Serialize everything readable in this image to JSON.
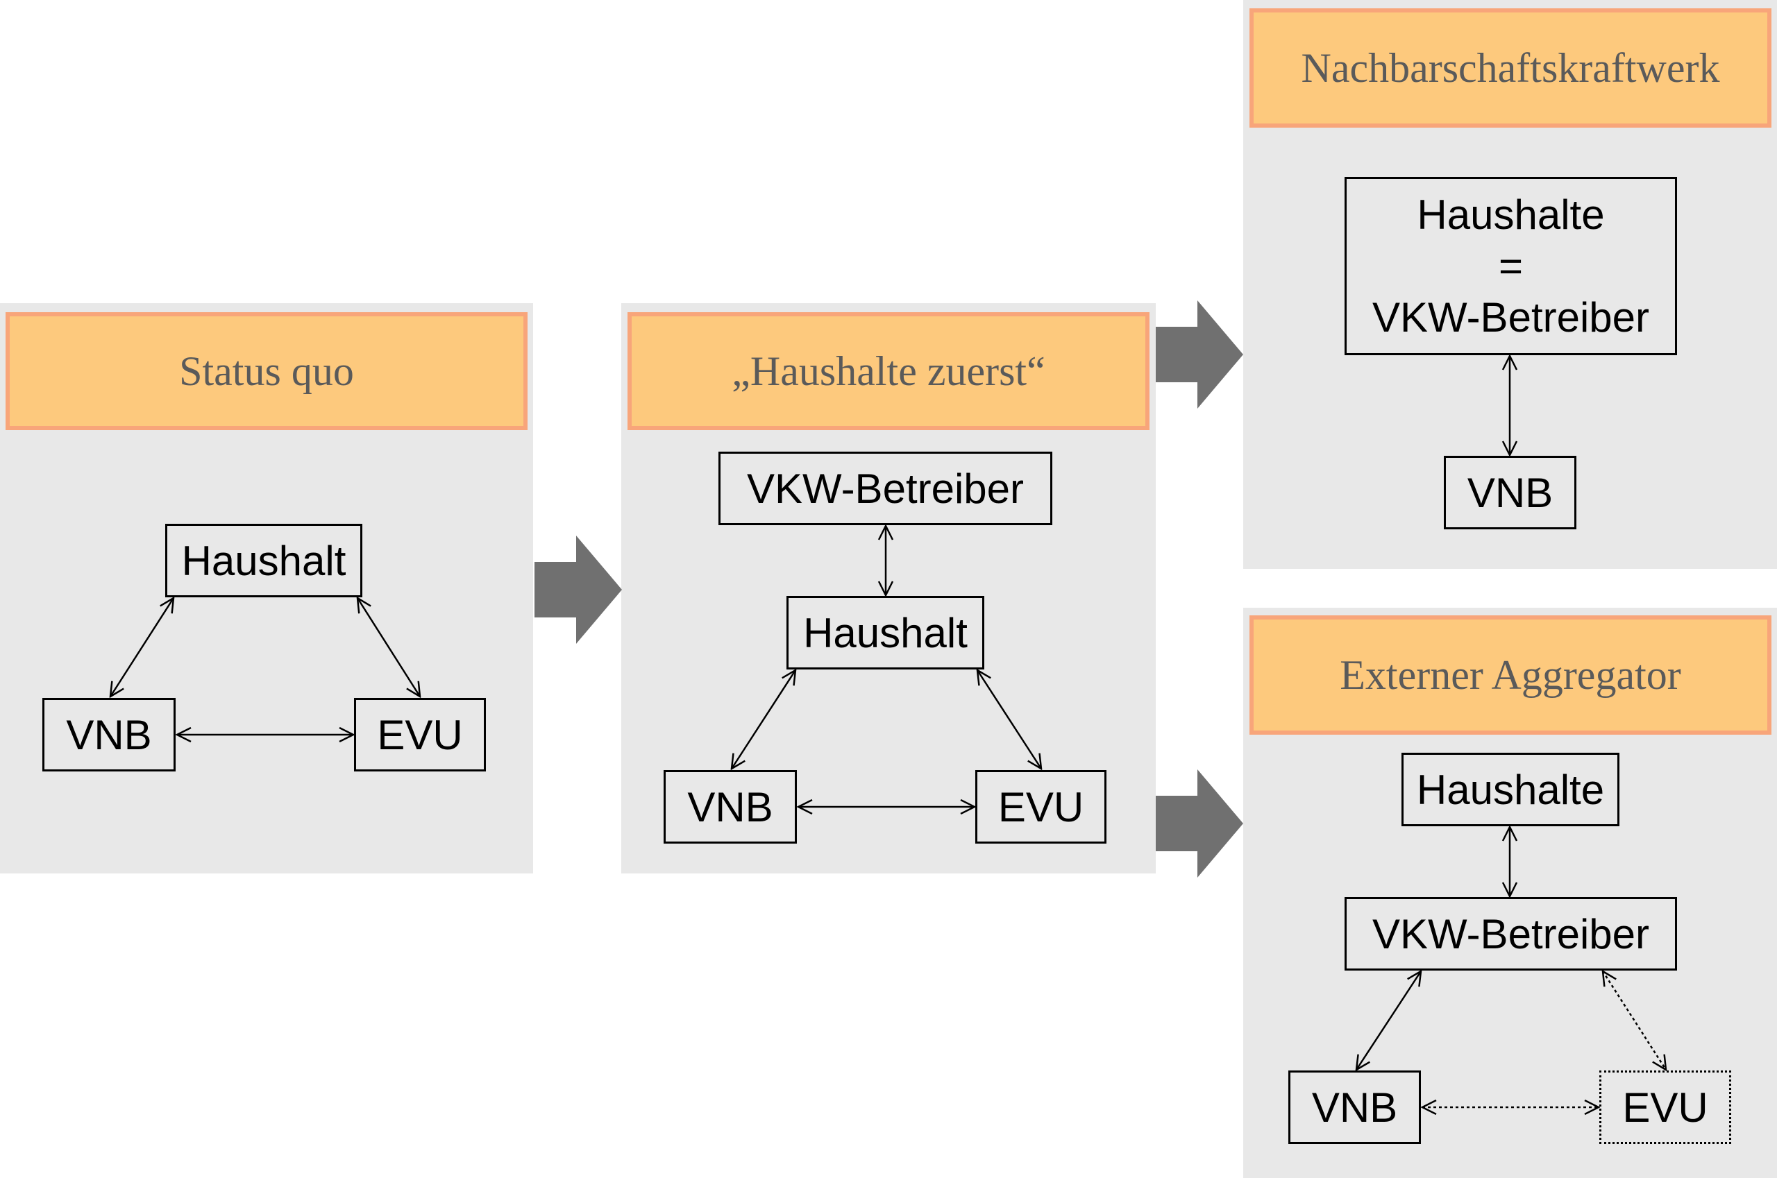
{
  "panels": {
    "status_quo": {
      "title": "Status quo",
      "nodes": {
        "haushalt": "Haushalt",
        "vnb": "VNB",
        "evu": "EVU"
      }
    },
    "haushalte_zuerst": {
      "title": "„Haushalte zuerst“",
      "nodes": {
        "vkw": "VKW-Betreiber",
        "haushalt": "Haushalt",
        "vnb": "VNB",
        "evu": "EVU"
      }
    },
    "nachbarschaftskraftwerk": {
      "title": "Nachbarschaftskraftwerk",
      "nodes": {
        "haushalte": "Haushalte",
        "equals": "=",
        "vkw": "VKW-Betreiber",
        "vnb": "VNB"
      }
    },
    "externer_aggregator": {
      "title": "Externer Aggregator",
      "nodes": {
        "haushalte": "Haushalte",
        "vkw": "VKW-Betreiber",
        "vnb": "VNB",
        "evu": "EVU"
      }
    }
  },
  "colors": {
    "panel_bg": "#e8e8e8",
    "header_fill": "#fdc97d",
    "header_border": "#f8a57a",
    "header_text": "#5a5a5a",
    "flow_arrow": "#707070",
    "node_border": "#000000"
  }
}
